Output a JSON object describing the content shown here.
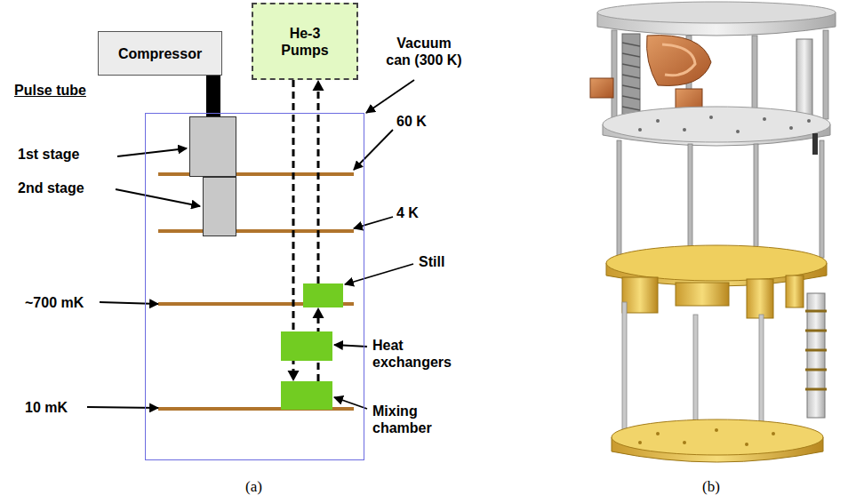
{
  "diagram": {
    "nodes": [
      {
        "text": [
          "Compressor"
        ]
      },
      {
        "text": [
          "He-3 Pumps"
        ]
      },
      {
        "text": [
          "Vacuum can (300 K)"
        ]
      },
      {
        "text": [
          "1st stage"
        ],
        "in": 2
      },
      {
        "text": [
          "2nd stage"
        ],
        "in": 2
      },
      {
        "text": [
          "Still"
        ],
        "in": 2
      },
      {
        "text": [
          "Heat exchangers"
        ],
        "in": 2
      },
      {
        "text": [
          "Mixing chamber"
        ],
        "in": 2
      }
    ],
    "edges": [
      {
        "from": 0,
        "to": 3,
        "arrow": "none"
      },
      {
        "from": 1,
        "to": 7,
        "arrow": "to"
      },
      {
        "from": 7,
        "to": 5,
        "arrow": "to"
      },
      {
        "from": 5,
        "to": 1,
        "arrow": "to"
      }
    ],
    "labels": [
      "Pulse tube",
      "60 K",
      "4 K",
      "~700 mK",
      "10 mK",
      "(a)",
      "(b)"
    ]
  }
}
